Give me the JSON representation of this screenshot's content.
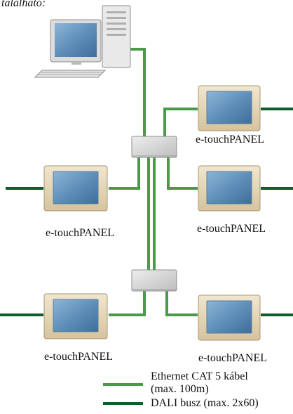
{
  "header": {
    "partial_text": "található:"
  },
  "panels": [
    {
      "label": "e-touchPANEL"
    },
    {
      "label": "e-touchPANEL"
    },
    {
      "label": "e-touchPANEL"
    },
    {
      "label": "e-touchPANEL"
    },
    {
      "label": "e-touchPANEL"
    }
  ],
  "legend": {
    "items": [
      {
        "label_line1": "Ethernet CAT 5 kábel",
        "label_line2": "(max. 100m)",
        "color": "#4a9a4a"
      },
      {
        "label_line1": "DALI busz (max. 2x60)",
        "label_line2": "",
        "color": "#0d5e2b"
      }
    ]
  },
  "colors": {
    "ethernet": "#4a9a4a",
    "dali": "#0d5e2b",
    "panel_frame": "#e4d6b8",
    "panel_screen": "#6f9fc4",
    "switch": "#d4d4d4"
  }
}
